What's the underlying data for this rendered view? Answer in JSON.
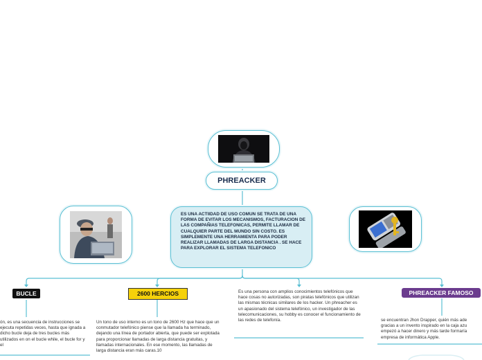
{
  "colors": {
    "connector": "#59bfd3",
    "node_fill": "#d8eef4",
    "bucle_label": "#111111",
    "hercios_label": "#f5d10a",
    "famoso_label": "#6b3c8e"
  },
  "central": {
    "title": "PHREACKER",
    "description": "ES UNA ACTIIDAD DE USO COMUN  SE TRATA DE UNA FORMA DE EVITAR LOS MECANISMOS, FACTURACION DE LAS COMPAÑIAS TELEFONICAS, PERMITE LLAMAR DE CUALQUIER PARTE DEL MUNDO SIN COSTO. ES SIMPLEMENTE UNA HERRAMIENTA PARA PODER REALIZAR LLAMADAS DE LARGA DISTANCIA . SE HACE PARA EXPLORAR EL SISTEMA TELEFONICO"
  },
  "images": {
    "top": "hooded-hacker-image",
    "left": "hackers-at-laptop-image",
    "right": "phone-and-key-image"
  },
  "branches": {
    "bucle": {
      "label": "BUCLE",
      "text": "ón, es una secuencia de instrucciones se ejecuta repetidas veces, hasta que ignada a dicho bucle deja de tres bucles más utilizados en on el bucle while, el bucle for y el"
    },
    "hercios": {
      "label": "2600 HERCIOS",
      "text": "Un tono de uso interno es un tono de 2600 Hz que hace que un conmutador telefónico piense que la llamada ha terminado, dejando una línea de portador abierta, que puede ser explotada para proporcionar llamadas de larga distancia gratuitas, y llamadas internacionales. En ese momento, las llamadas de larga distancia eran más caras.10"
    },
    "persona": {
      "text": "Es una persona con amplios conocimientos telefónicos que hace cosas no autorizadas, son piratas telefónicos que utilizan las mismas técnicas similares de los hacker. Un phreacher es un apasionado del sistema telefónico, un investigador de las telecomunicaciones, su hobby es conocer el funcionamiento de las redes de telefonía."
    },
    "famoso": {
      "label": "PHREACKER FAMOSO",
      "text": "se encuentran Jhon Drapper,  quién más ade gracias a un invento inspirado en la caja azu empezó a hacer dinero y más tarde formaría empresa de informática Apple."
    }
  }
}
